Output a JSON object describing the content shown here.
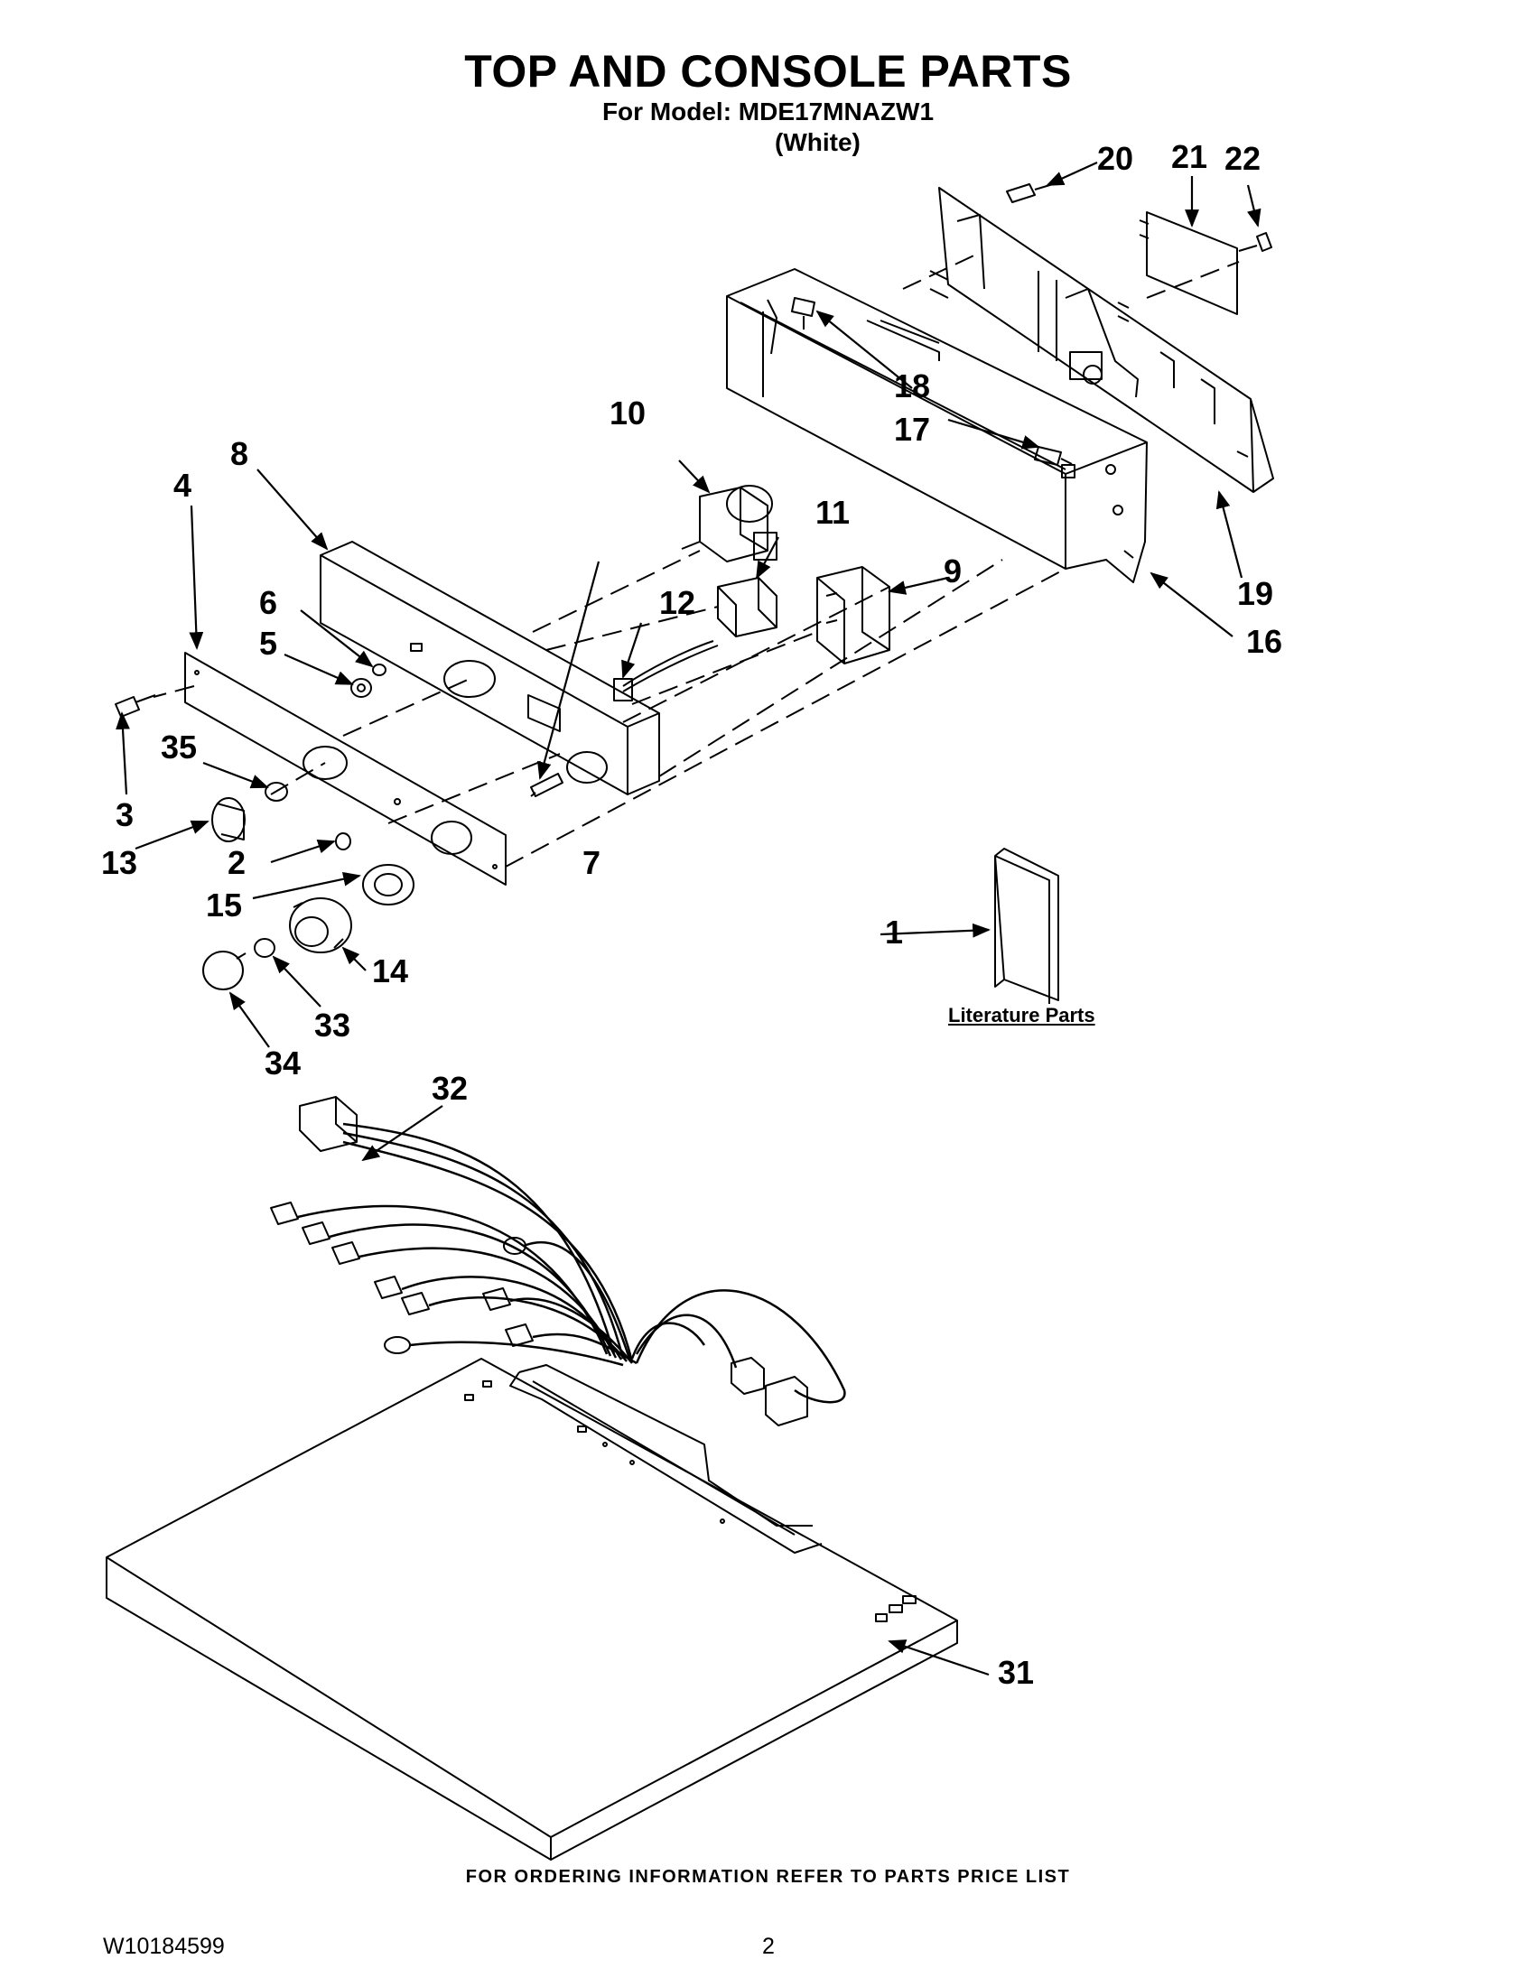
{
  "title": "TOP AND CONSOLE PARTS",
  "model_line": "For Model: MDE17MNAZW1",
  "color_line": "(White)",
  "literature_label": "Literature Parts",
  "footer_note": "FOR ORDERING INFORMATION REFER TO PARTS PRICE LIST",
  "document_number": "W10184599",
  "page_number": "2",
  "callouts": {
    "c1": "1",
    "c2": "2",
    "c3": "3",
    "c4": "4",
    "c5": "5",
    "c6": "6",
    "c7": "7",
    "c8": "8",
    "c9": "9",
    "c10": "10",
    "c11": "11",
    "c12": "12",
    "c13": "13",
    "c14": "14",
    "c15": "15",
    "c16": "16",
    "c17": "17",
    "c18": "18",
    "c19": "19",
    "c20": "20",
    "c21": "21",
    "c22": "22",
    "c31": "31",
    "c32": "32",
    "c33": "33",
    "c34": "34",
    "c35": "35"
  }
}
